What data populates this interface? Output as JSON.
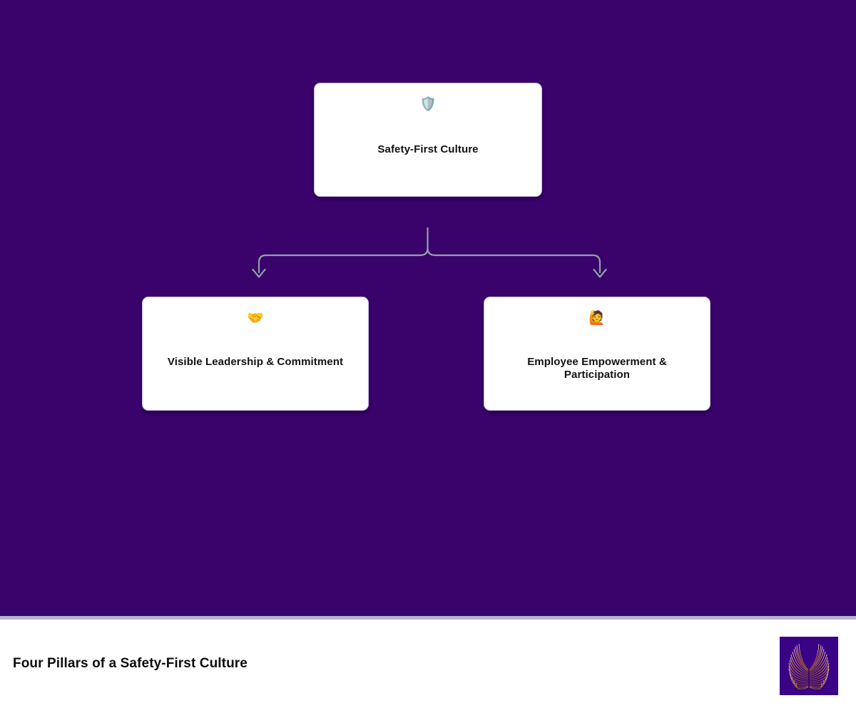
{
  "theme": {
    "canvas_background": "#3a026b",
    "card_background": "#ffffff",
    "card_border": "#c3bce0",
    "connector_color": "#8fa2aa",
    "footer_background": "#ffffff",
    "footer_divider": "#b7b0d8",
    "text_color": "#111111",
    "logo_background": "#3a0285",
    "logo_strand": "#d79a3c"
  },
  "diagram": {
    "type": "hierarchy-tree",
    "root": {
      "id": "safety-first-culture",
      "icon": "🛡️",
      "icon_name": "shield-icon",
      "label": "Safety-First Culture"
    },
    "children": [
      {
        "id": "visible-leadership-commitment",
        "icon": "🤝",
        "icon_name": "handshake-icon",
        "label": "Visible Leadership & Commitment"
      },
      {
        "id": "employee-empowerment-participation",
        "icon": "🙋",
        "icon_name": "person-raising-hand-icon",
        "label": "Employee Empowerment & Participation"
      }
    ]
  },
  "footer": {
    "title": "Four Pillars of a Safety-First Culture",
    "logo_name": "brand-logo-wings"
  }
}
